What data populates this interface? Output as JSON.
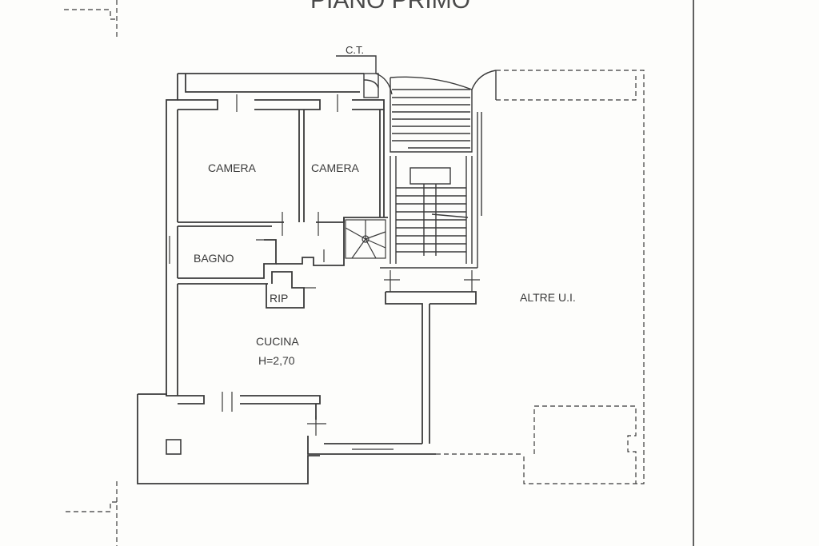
{
  "title": "PIANO PRIMO",
  "labels": {
    "ct": "C.T.",
    "camera_1": "CAMERA",
    "camera_2": "CAMERA",
    "bagno": "BAGNO",
    "rip": "RIP",
    "cucina": "CUCINA",
    "height": "H=2,70",
    "altre": "ALTRE U.I."
  },
  "colors": {
    "line": "#3a3a3a",
    "wall_fill": "#ffffff",
    "background": "#fdfdfb"
  }
}
